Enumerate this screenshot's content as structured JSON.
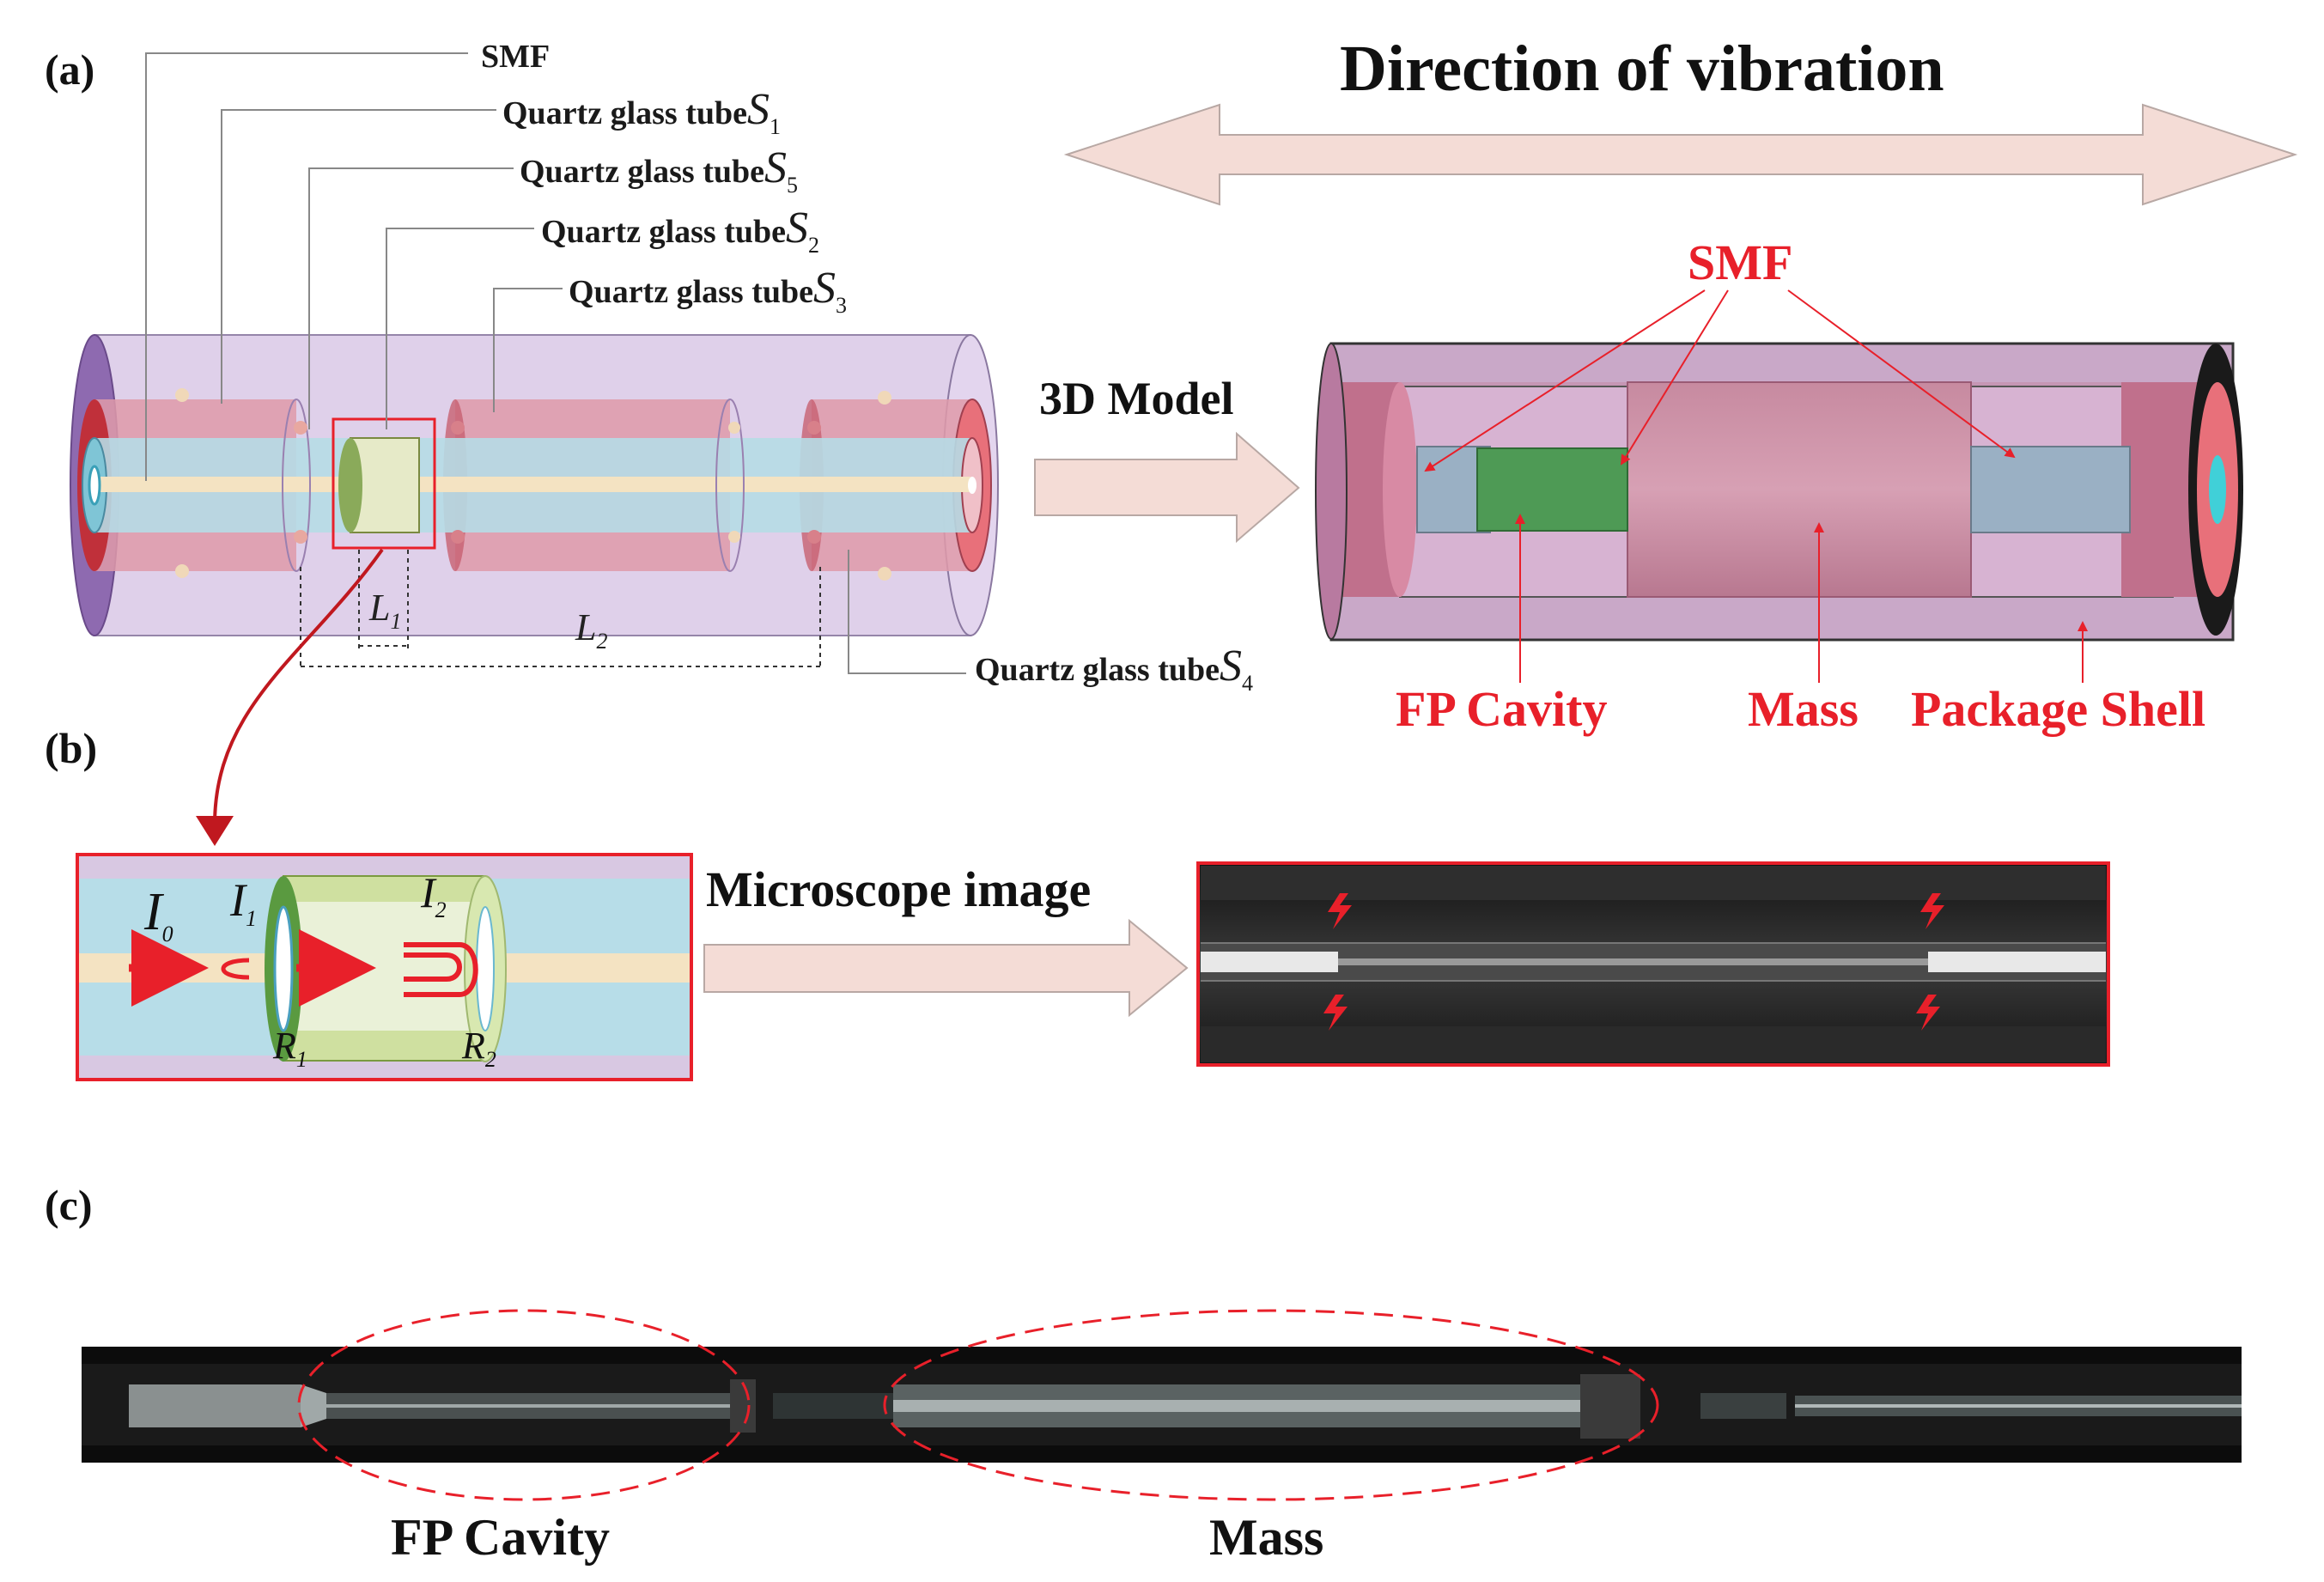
{
  "panels": {
    "a": "(a)",
    "b": "(b)",
    "c": "(c)"
  },
  "panel_a": {
    "labels": {
      "smf": "SMF",
      "tube_prefix": "Quartz glass tube",
      "tube_symbol": "S",
      "s1": "1",
      "s5": "5",
      "s2": "2",
      "s3": "3",
      "s4": "4",
      "l_symbol": "L",
      "l1_sub": "1",
      "l2_sub": "2"
    },
    "arrow_label": "3D Model",
    "direction_title": "Direction of vibration",
    "model_labels": {
      "smf": "SMF",
      "fp_cavity": "FP Cavity",
      "mass": "Mass",
      "package_shell": "Package Shell"
    }
  },
  "panel_b": {
    "i_symbol": "I",
    "i0_sub": "0",
    "i1_sub": "1",
    "i2_sub": "2",
    "r_symbol": "R",
    "r1_sub": "1",
    "r2_sub": "2",
    "arrow_label": "Microscope image"
  },
  "panel_c": {
    "fp_cavity": "FP Cavity",
    "mass": "Mass"
  },
  "colors": {
    "outer_tube": "#d9c7e6",
    "inner_tube": "#d98ea0",
    "fiber": "#f3e2c0",
    "cladding": "#aed6e3",
    "fp_green": "#4e9a55",
    "accent_red": "#e8202a",
    "arrow_pink": "#f4dcd6"
  }
}
